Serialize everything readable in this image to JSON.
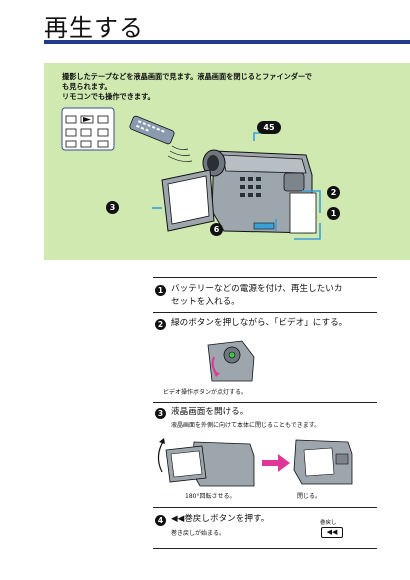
{
  "page": {
    "title": "再生する"
  },
  "intro": {
    "line1": "撮影したテープなどを液晶画面で見ます。液晶画面を閉じるとファインダーで",
    "line2": "も見られます。",
    "line3": "リモコンでも操作できます。"
  },
  "callouts": {
    "c45": "45",
    "c2": "2",
    "c1": "1",
    "c3": "3",
    "c6": "6"
  },
  "steps": [
    {
      "num": "1",
      "text_line1": "バッテリーなどの電源を付け、再生したいカ",
      "text_line2": "セットを入れる。"
    },
    {
      "num": "2",
      "text_line1": "緑のボタンを押しながら、「ビデオ」にする。",
      "note": "ビデオ操作ボタンが点灯する。"
    },
    {
      "num": "3",
      "text_line1": "液晶画面を開ける。",
      "note": "液晶画面を外側に向けて本体に閉じることもできます。",
      "caption_left": "180°回転させる。",
      "caption_right": "閉じる。"
    },
    {
      "num": "4",
      "text_line1": "◀◀巻戻しボタンを押す。",
      "note": "巻き戻しが始まる。",
      "button_label": "巻戻し",
      "button_glyph": "◀◀"
    }
  ],
  "colors": {
    "accent_bar": "#1f3b8a",
    "panel_green": "#cfe9b1",
    "arrow_blue": "#3aa0d8",
    "arrow_pink": "#e0369a"
  }
}
